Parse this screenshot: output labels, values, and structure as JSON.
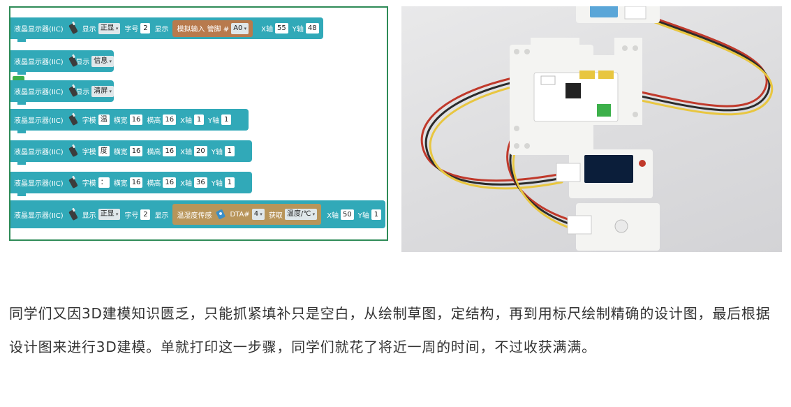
{
  "code_blocks": {
    "rows": [
      {
        "lcd": "液晶显示器(IIC)",
        "show": "显示",
        "mode": "正显",
        "size_label": "字号",
        "size": "2",
        "show2": "显示",
        "analog_label": "模拟输入 管脚 #",
        "pin": "A0",
        "x_label": "X轴",
        "x": "55",
        "y_label": "Y轴",
        "y": "48"
      },
      {
        "lcd": "液晶显示器(IIC)",
        "show": "显示",
        "mode": "信息"
      },
      {
        "lcd": "液晶显示器(IIC)",
        "show": "显示",
        "mode": "清屏"
      },
      {
        "lcd": "液晶显示器(IIC)",
        "glyph_label": "字模",
        "glyph": "温",
        "w_label": "横宽",
        "w": "16",
        "h_label": "横高",
        "h": "16",
        "x_label": "X轴",
        "x": "1",
        "y_label": "Y轴",
        "y": "1"
      },
      {
        "lcd": "液晶显示器(IIC)",
        "glyph_label": "字模",
        "glyph": "度",
        "w_label": "横宽",
        "w": "16",
        "h_label": "横高",
        "h": "16",
        "x_label": "X轴",
        "x": "20",
        "y_label": "Y轴",
        "y": "1"
      },
      {
        "lcd": "液晶显示器(IIC)",
        "glyph_label": "字模",
        "glyph": "：",
        "w_label": "横宽",
        "w": "16",
        "h_label": "横高",
        "h": "16",
        "x_label": "X轴",
        "x": "36",
        "y_label": "Y轴",
        "y": "1"
      },
      {
        "lcd": "液晶显示器(IIC)",
        "show": "显示",
        "mode": "正显",
        "size_label": "字号",
        "size": "2",
        "show2": "显示",
        "sensor_label": "温湿度传感",
        "dta_label": "DTA#",
        "dta": "4",
        "get_label": "获取",
        "reading": "温度/℃",
        "x_label": "X轴",
        "x": "50",
        "y_label": "Y轴",
        "y": "1"
      }
    ]
  },
  "photo": {
    "colors": {
      "board": "#f4f4f2",
      "pcb": "#ffffff",
      "wire_red": "#c0392b",
      "wire_black": "#2b2b2b",
      "wire_yellow": "#e8c640",
      "screen": "#0b1e3a",
      "sensor_blue": "#5aa6d8"
    }
  },
  "paragraph": "同学们又因3D建模知识匮乏，只能抓紧填补只是空白，从绘制草图，定结构，再到用标尺绘制精确的设计图，最后根据设计图来进行3D建模。单就打印这一步骤，同学们就花了将近一周的时间，不过收获满满。"
}
